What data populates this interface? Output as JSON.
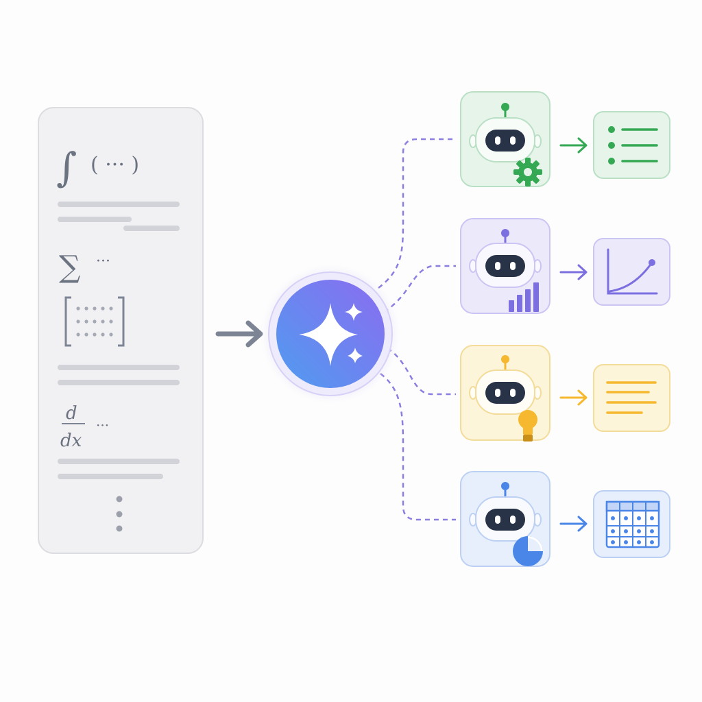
{
  "document": {
    "integral_glyph": "∫",
    "integral_args": "( ··· )",
    "sum_glyph": "∑",
    "sum_ellipsis": "···",
    "deriv_numerator": "d",
    "deriv_denominator": "dx",
    "deriv_ellipsis": "···"
  },
  "colors": {
    "green": "#34a853",
    "purple": "#7c6fe0",
    "yellow": "#f5b82e",
    "blue": "#4a86e8",
    "hub_gradient_start": "#4f9cf0",
    "hub_gradient_end": "#8b6cf0",
    "connector": "#8a7fe0",
    "doc_arrow": "#7d8594"
  },
  "agents": [
    {
      "name": "agent-green",
      "badge_icon": "gear-icon",
      "output_icon": "list-icon"
    },
    {
      "name": "agent-purple",
      "badge_icon": "bar-chart-icon",
      "output_icon": "line-graph-icon"
    },
    {
      "name": "agent-yellow",
      "badge_icon": "lightbulb-icon",
      "output_icon": "text-lines-icon"
    },
    {
      "name": "agent-blue",
      "badge_icon": "pie-chart-icon",
      "output_icon": "table-grid-icon"
    }
  ]
}
